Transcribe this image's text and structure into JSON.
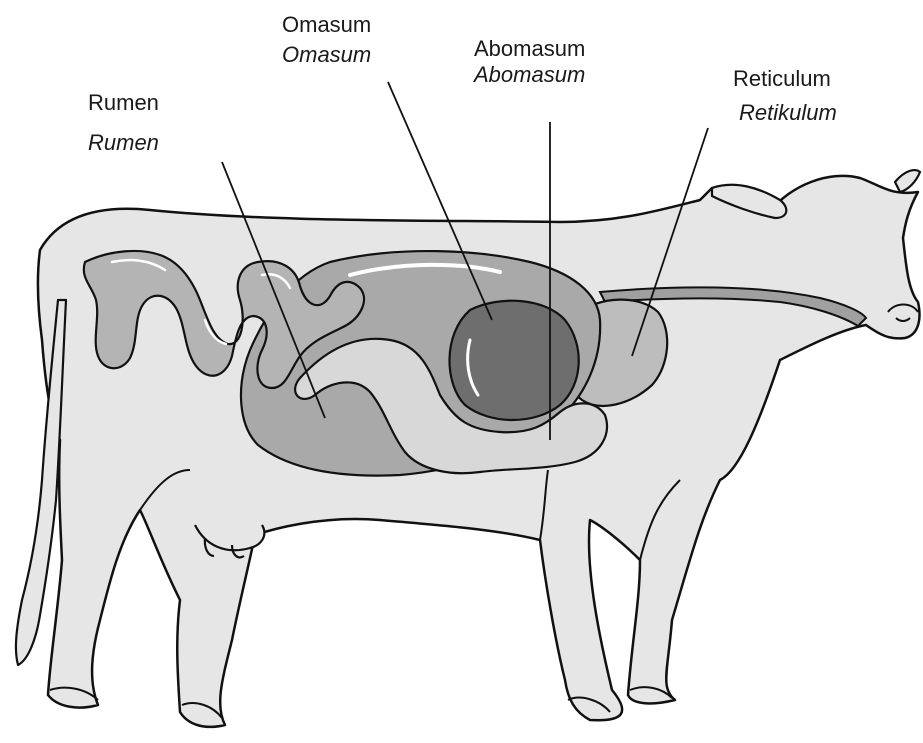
{
  "labels": {
    "rumen": {
      "name": "Rumen",
      "translation": "Rumen"
    },
    "omasum": {
      "name": "Omasum",
      "translation": "Omasum"
    },
    "abomasum": {
      "name": "Abomasum",
      "translation": "Abomasum"
    },
    "reticulum": {
      "name": "Reticulum",
      "translation": "Retikulum"
    }
  },
  "colors": {
    "outline": "#111111",
    "body": "#e6e6e6",
    "rumen": "#a9a9a9",
    "abomasum": "#6e6e6e",
    "reticulum": "#bdbdbd",
    "intestine": "#d8d8d8",
    "small_intestine": "#b4b4b4",
    "esophagus": "#a0a0a0"
  }
}
